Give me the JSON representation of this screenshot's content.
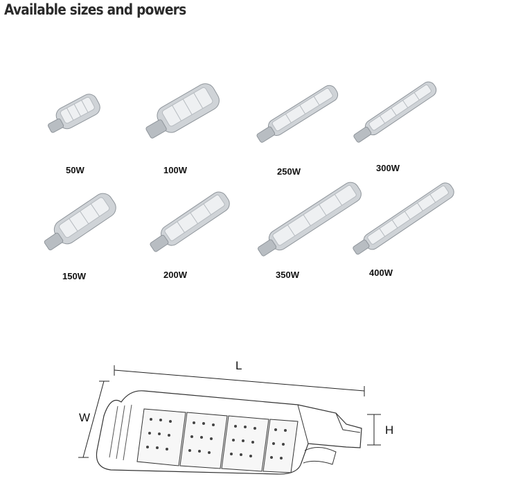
{
  "page": {
    "title": "Available sizes and powers"
  },
  "products": [
    {
      "power": "50W"
    },
    {
      "power": "100W"
    },
    {
      "power": "250W"
    },
    {
      "power": "300W"
    },
    {
      "power": "150W"
    },
    {
      "power": "200W"
    },
    {
      "power": "350W"
    },
    {
      "power": "400W"
    }
  ],
  "drawing": {
    "length_label": "L",
    "width_label": "W",
    "height_label": "H"
  },
  "colors": {
    "housing": "#cfd3d7",
    "housing_dark": "#9aa0a6",
    "led_panel": "#eef0f2",
    "title": "#2b2b2b"
  }
}
